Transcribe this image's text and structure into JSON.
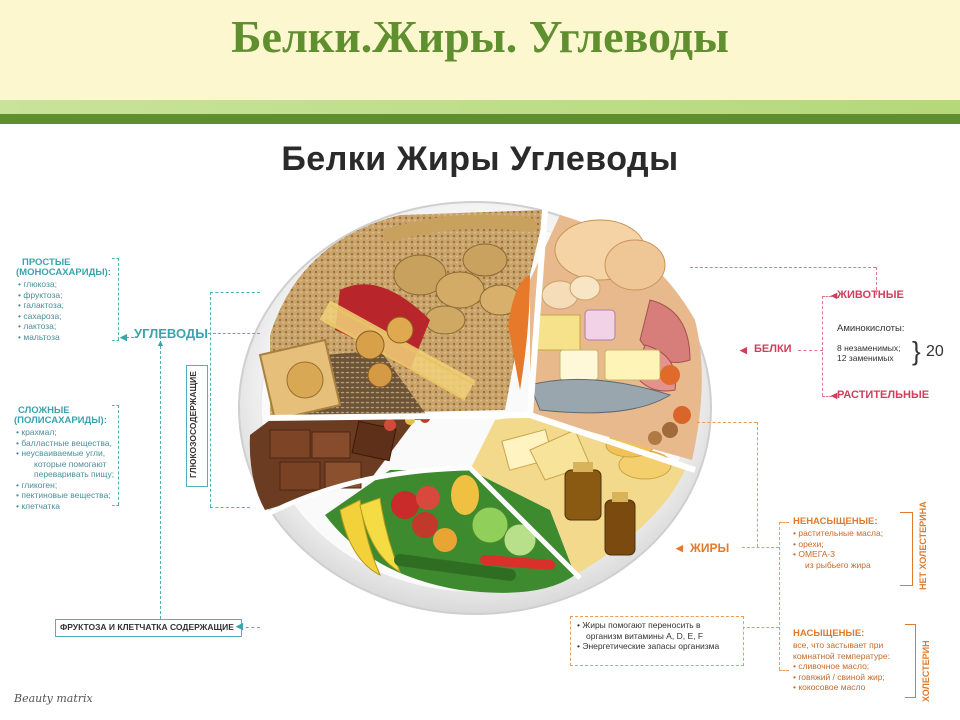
{
  "slide": {
    "title": "Белки.Жиры. Углеводы"
  },
  "diagram": {
    "title": "Белки Жиры Углеводы",
    "carbs": {
      "label": "УГЛЕВОДЫ",
      "simple": {
        "heading1": "ПРОСТЫЕ",
        "heading2": "(МОНОСАХАРИДЫ):",
        "items": [
          "глюкоза;",
          "фруктоза;",
          "галактоза;",
          "сахароза;",
          "лактоза;",
          "мальтоза"
        ]
      },
      "complex": {
        "heading1": "СЛОЖНЫЕ",
        "heading2": "(ПОЛИСАХАРИДЫ):",
        "items": [
          "крахмал;",
          "балластные вещества,",
          "неусваиваемые угли,",
          "которые помогают",
          "переваривать пищу;",
          "гликоген;",
          "пектиновые вещества;",
          "клетчатка"
        ],
        "bullets": [
          true,
          true,
          true,
          false,
          false,
          true,
          true,
          true
        ]
      },
      "glucose_label": "ГЛЮКОЗОСОДЕРЖАЩИЕ",
      "fructose_label": "ФРУКТОЗА И КЛЕТЧАТКА СОДЕРЖАЩИЕ"
    },
    "proteins": {
      "label": "БЕЛКИ",
      "animal": "ЖИВОТНЫЕ",
      "plant": "РАСТИТЕЛЬНЫЕ",
      "amino_heading": "Аминокислоты:",
      "essential": "8 незаменимых;",
      "nonessential": "12 заменимых",
      "total": "20"
    },
    "fats": {
      "label": "ЖИРЫ",
      "unsaturated": {
        "heading": "НЕНАСЫЩЕНЫЕ:",
        "items": [
          "растительные масла;",
          "орехи;",
          "ОМЕГА-3",
          "из рыбьего жира"
        ],
        "bullets": [
          true,
          true,
          true,
          false
        ]
      },
      "saturated": {
        "heading": "НАСЫЩЕНЫЕ:",
        "items": [
          "все, что застывает при",
          "комнатной температуре:",
          "сливочное масло;",
          "говяжий / свиной жир;",
          "кокосовое масло"
        ],
        "bullets": [
          false,
          false,
          true,
          true,
          true
        ]
      },
      "no_cholesterol": "НЕТ ХОЛЕСТЕРИНА",
      "cholesterol": "ХОЛЕСТЕРИН",
      "functions": [
        "Жиры помогают переносить в",
        "организм витамины A, D, E, F",
        "Энергетические запасы организма"
      ],
      "function_bullets": [
        true,
        false,
        true
      ]
    },
    "watermark": "Beauty matrix"
  },
  "colors": {
    "header_bg": "#fdf7cf",
    "title_green": "#5f8f2f",
    "teal": "#3aa3ad",
    "pink": "#cf3f5c",
    "orange": "#e07a2c"
  }
}
